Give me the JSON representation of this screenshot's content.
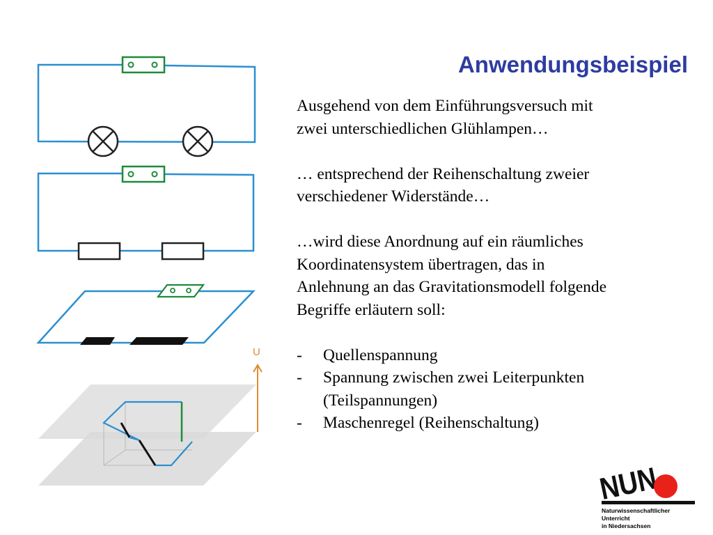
{
  "slide": {
    "title": "Anwendungsbeispiel",
    "paragraphs": [
      [
        "Ausgehend von dem Einführungsversuch mit",
        "zwei unterschiedlichen Glühlampen…"
      ],
      [
        "…  entsprechend der Reihenschaltung zweier",
        "verschiedener Widerstände…"
      ],
      [
        "…wird diese Anordnung auf ein räumliches",
        "Koordinatensystem übertragen, das in",
        "Anlehnung an das Gravitationsmodell folgende",
        "Begriffe erläutern soll:"
      ]
    ],
    "bullets": [
      {
        "dash": "-",
        "lines": [
          "Quellenspannung"
        ]
      },
      {
        "dash": "-",
        "lines": [
          "Spannung zwischen zwei Leiterpunkten",
          "(Teilspannungen)"
        ]
      },
      {
        "dash": "-",
        "lines": [
          "Maschenregel (Reihenschaltung)"
        ]
      }
    ]
  },
  "diagram": {
    "axis_label": "U",
    "colors": {
      "wire": "#2b8fd0",
      "source": "#1e8a3c",
      "axis": "#e08b2e",
      "plane": "#d9d9d9",
      "resistor_fill": "#111111"
    }
  },
  "logo": {
    "text": "NUN",
    "caption_line1": "Naturwissenschaftlicher Unterricht",
    "caption_line2": "in Niedersachsen",
    "dot_color": "#e8221b"
  }
}
